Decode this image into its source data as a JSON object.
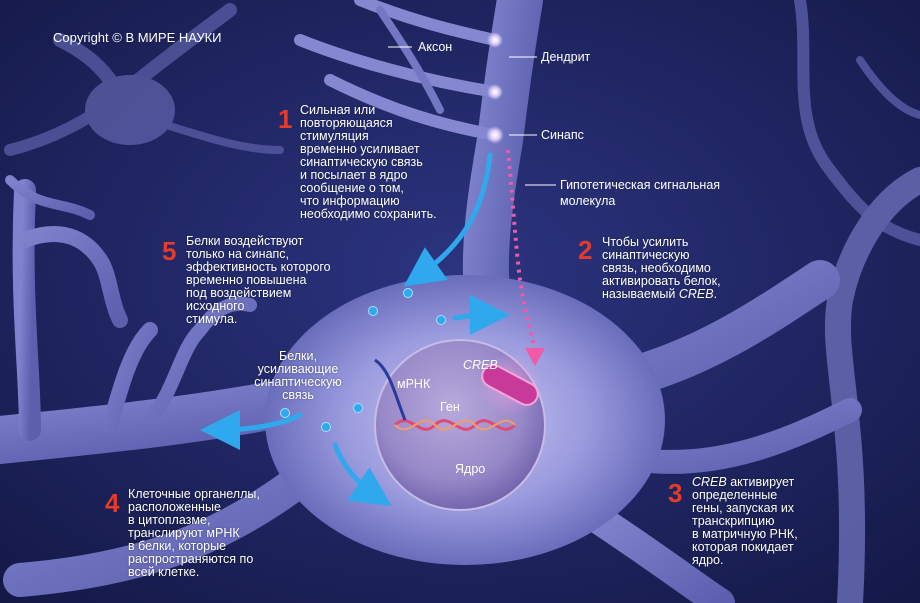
{
  "copyright": "Copyright © В МИРЕ НАУКИ",
  "labels": {
    "axon": "Аксон",
    "dendrite": "Дендрит",
    "synapse": "Синапс",
    "signal_molecule_line1": "Гипотетическая сигнальная",
    "signal_molecule_line2": "молекула",
    "creb": "CREB",
    "mrna": "мРНК",
    "gene": "Ген",
    "nucleus": "Ядро",
    "proteins_line1": "Белки,",
    "proteins_line2": "усиливающие",
    "proteins_line3": "синаптическую",
    "proteins_line4": "связь"
  },
  "steps": [
    {
      "number": "1",
      "lines": [
        "Сильная или",
        "повторяющаяся",
        "стимуляция",
        "временно усиливает",
        "синаптическую связь",
        "и посылает в ядро",
        "сообщение о том,",
        "что информацию",
        "необходимо сохранить."
      ]
    },
    {
      "number": "2",
      "lines": [
        "Чтобы усилить",
        "синаптическую",
        "связь, необходимо",
        "активировать белок,"
      ],
      "last_prefix": "называемый ",
      "last_italic": "CREB",
      "last_suffix": "."
    },
    {
      "number": "3",
      "first_italic": "CREB",
      "first_suffix": " активирует",
      "lines": [
        "определенные",
        "гены, запуская их",
        "транскрипцию",
        "в матричную РНК,",
        "которая покидает",
        "ядро."
      ]
    },
    {
      "number": "4",
      "lines": [
        "Клеточные органеллы,",
        "расположенные",
        "в цитоплазме,",
        "транслируют мРНК",
        "в белки, которые",
        "распространяются по",
        "всей клетке."
      ]
    },
    {
      "number": "5",
      "lines": [
        "Белки воздействуют",
        "только на синапс,",
        "эффективность которого",
        "временно повышена",
        "под воздействием",
        "исходного",
        "стимула."
      ]
    }
  ],
  "colors": {
    "background": "#1b1f5a",
    "cell": "#8d8fd6",
    "step_number": "#e63a2a",
    "arrow_blue": "#2fa8ee",
    "arrow_pink": "#f05aa8",
    "creb": "#c83a9a"
  }
}
